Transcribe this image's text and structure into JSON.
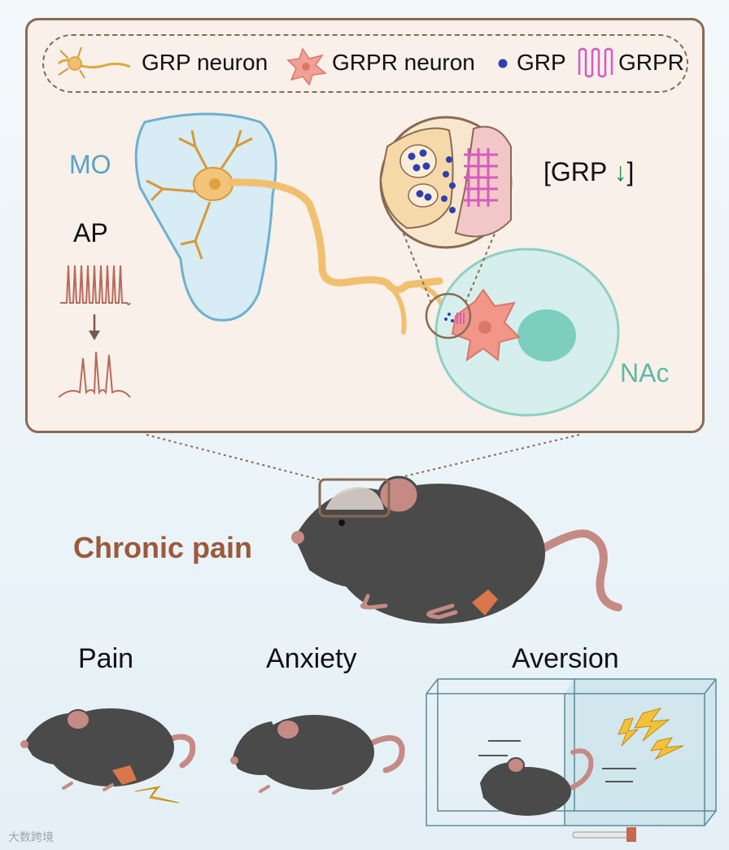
{
  "legend": {
    "grp_neuron": "GRP neuron",
    "grpr_neuron": "GRPR neuron",
    "grp": "GRP",
    "grpr": "GRPR"
  },
  "labels": {
    "mo": "MO",
    "ap": "AP",
    "nac": "NAc",
    "grp_bracket_open": "[GRP",
    "grp_arrow": "↓",
    "grp_bracket_close": "]",
    "chronic_pain": "Chronic pain"
  },
  "behaviors": {
    "pain": "Pain",
    "anxiety": "Anxiety",
    "aversion": "Aversion"
  },
  "watermark": "大数跨境",
  "colors": {
    "panel_border": "#8a6a52",
    "mo_region": "#5aa3c4",
    "nac_region": "#5fb8a8",
    "grp_neuron": "#e8b860",
    "grpr_neuron": "#ef8c80",
    "grp_dot": "#2f3fb0",
    "grpr_receptor": "#d45cc0",
    "mouse_body": "#4a4a4a",
    "down_arrow": "#1f8a3c"
  },
  "icons": [
    "grp-neuron-icon",
    "grpr-neuron-icon",
    "grp-dot-icon",
    "grpr-receptor-icon",
    "lightning-icon",
    "mouse-icon"
  ]
}
